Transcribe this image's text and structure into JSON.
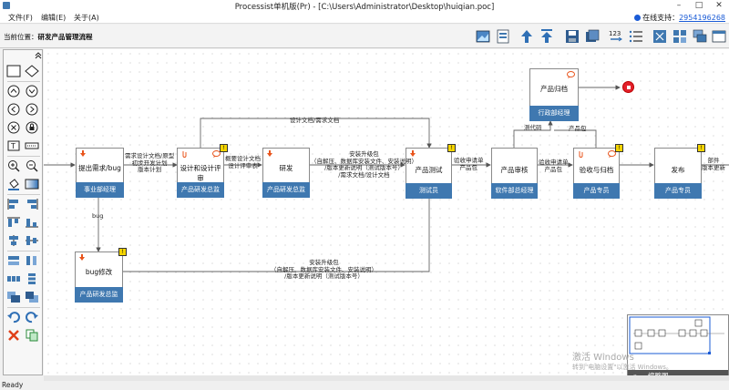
{
  "window": {
    "title": "Processist单机版(Pr) - [C:\\Users\\Administrator\\Desktop\\huiqian.poc]",
    "minimize": "–",
    "maximize": "□",
    "close": "✕"
  },
  "menu": {
    "items": [
      "文件(F)",
      "编辑(E)",
      "关于(A)"
    ],
    "support_label": "在线支持：",
    "support_phone": "2954196268"
  },
  "breadcrumb": {
    "prefix": "当前位置：",
    "current": "研发产品管理流程"
  },
  "nodes": {
    "n1": {
      "label": "提出需求/bug",
      "role": "事业部经理"
    },
    "n2": {
      "label": "设计和设计评审",
      "role": "产品研发总监"
    },
    "n3": {
      "label": "研发",
      "role": "产品研发总监"
    },
    "n4": {
      "label": "产品测试",
      "role": "测试员"
    },
    "n5": {
      "label": "产品审核",
      "role": "软件部总经理"
    },
    "n6": {
      "label": "验收与归档",
      "role": "产品专员"
    },
    "n7": {
      "label": "发布",
      "role": "产品专员"
    },
    "n8": {
      "label": "产品归档",
      "role": "行政部经理"
    },
    "n9": {
      "label": "bug修改",
      "role": "产品研发总监"
    }
  },
  "edges": {
    "e1": "需求设计文档/原型\n初步开发计划\n版本计划",
    "e2": "概要设计文档\n设计评审表",
    "e3": "安装升级包\n（自解压、数据库安装文件、安装说明）\n/版本更新说明（测试版本号）\n/需求文档/设计文档",
    "e4": "设计文档/需求文档",
    "e5": "验收申请单\n产品包",
    "e6": "验收申请单\n产品包",
    "e7": "部件\n版本更新",
    "e8": "bug",
    "e9": "安装升级包\n（自解压、数据库安装文件、安装说明）\n/版本更新说明（测试版本号）",
    "e10": "测代码",
    "e11": "产品包"
  },
  "badges": {
    "note": "!"
  },
  "minimap": {
    "label": "缩略图"
  },
  "watermark": {
    "line1": "激活 Windows",
    "line2": "转到\"电脑设置\"以激活 Windows。"
  },
  "status": {
    "text": "Ready"
  },
  "colors": {
    "role_bar": "#3f78b0",
    "stop": "#e3202a",
    "badge": "#f4d400"
  }
}
